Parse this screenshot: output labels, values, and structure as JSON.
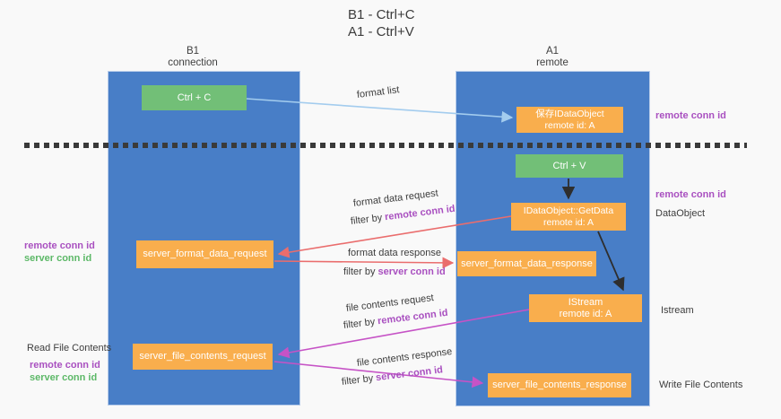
{
  "title": {
    "line1": "B1 - Ctrl+C",
    "line2": "A1 - Ctrl+V"
  },
  "columns": {
    "left": {
      "header_line1": "B1",
      "header_line2": "connection"
    },
    "right": {
      "header_line1": "A1",
      "header_line2": "remote"
    }
  },
  "boxes": {
    "ctrl_c": "Ctrl + C",
    "ctrl_v": "Ctrl + V",
    "save_idataobject": {
      "line1": "保存IDataObject",
      "line2": "remote id: A"
    },
    "getdata": {
      "line1": "IDataObject::GetData",
      "line2": "remote id: A"
    },
    "istream": {
      "line1": "IStream",
      "line2": "remote id: A"
    },
    "server_format_data_request": "server_format_data_request",
    "server_format_data_response": "server_format_data_response",
    "server_file_contents_request": "server_file_contents_request",
    "server_file_contents_response": "server_file_contents_response"
  },
  "flow": {
    "format_list": "format list",
    "format_data_request": "format data request",
    "format_data_response": "format data response",
    "file_contents_request": "file contents request",
    "file_contents_response": "file contents response",
    "filter_by": "filter by",
    "remote_conn_id": "remote conn id",
    "server_conn_id": "server conn id"
  },
  "side": {
    "remote_conn_id": "remote conn id",
    "server_conn_id": "server conn id",
    "read_file_contents": "Read File Contents",
    "write_file_contents": "Write File Contents",
    "dataobject": "DataObject",
    "istream": "Istream"
  },
  "colors": {
    "column_blue": "#487EC7",
    "box_orange": "#F9AE4D",
    "box_green": "#72BF77",
    "arrow_light_blue": "#A3CCEE",
    "arrow_red": "#EA6D6D",
    "arrow_magenta": "#C653C6",
    "arrow_black": "#2e2e2e",
    "text_purple": "#a950c0",
    "text_green": "#5CB867"
  }
}
